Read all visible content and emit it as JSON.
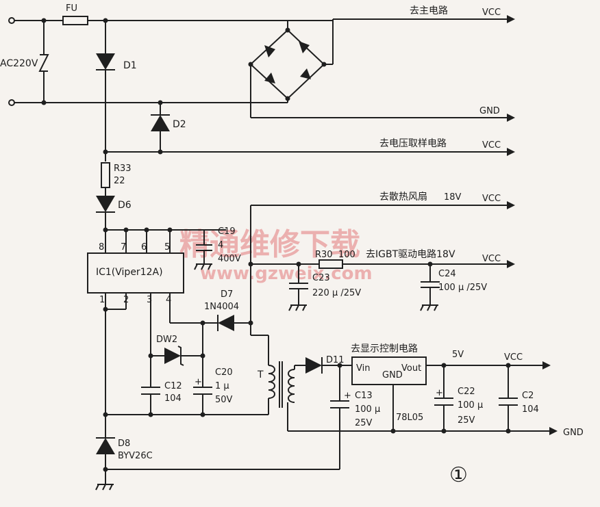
{
  "labels": {
    "fu": "FU",
    "ac": "AC220V",
    "d1": "D1",
    "d2": "D2",
    "r33": "R33",
    "r33_val": "22",
    "d6": "D6",
    "to_main": "去主电路",
    "vcc1": "VCC",
    "gnd1": "GND",
    "to_voltage": "去电压取样电路",
    "vcc2": "VCC",
    "to_fan": "去散热风扇",
    "fan_v": "18V",
    "vcc3": "VCC",
    "c19": "C19",
    "c19_val": "4",
    "c19_v": "400V",
    "r30": "R30",
    "r30_val": "100",
    "to_igbt": "去IGBT驱动电路18V",
    "vcc4": "VCC",
    "c23": "C23",
    "c23_val": "220 μ /25V",
    "c24": "C24",
    "c24_val": "100 μ /25V",
    "ic1": "IC1(Viper12A)",
    "pins": [
      "8",
      "7",
      "6",
      "5",
      "1",
      "2",
      "3",
      "4"
    ],
    "d7": "D7",
    "d7_part": "1N4004",
    "dw2": "DW2",
    "c20": "C20",
    "c20_val": "1 μ",
    "c20_v": "50V",
    "c12": "C12",
    "c12_val": "104",
    "t": "T",
    "d11": "D11",
    "to_display": "去显示控制电路",
    "v5": "5V",
    "vcc5": "VCC",
    "vin": "Vin",
    "gnd_reg": "GND",
    "vout": "Vout",
    "reg": "78L05",
    "c13": "C13",
    "c13_val": "100 μ",
    "c13_v": "25V",
    "c22": "C22",
    "c22_val": "100 μ",
    "c22_v": "25V",
    "c2": "C2",
    "c2_val": "104",
    "gnd2": "GND",
    "d8": "D8",
    "d8_part": "BYV26C",
    "fig": "①"
  },
  "watermark": {
    "line1": "精通维修下载",
    "line2": "www.gzweix.com"
  }
}
